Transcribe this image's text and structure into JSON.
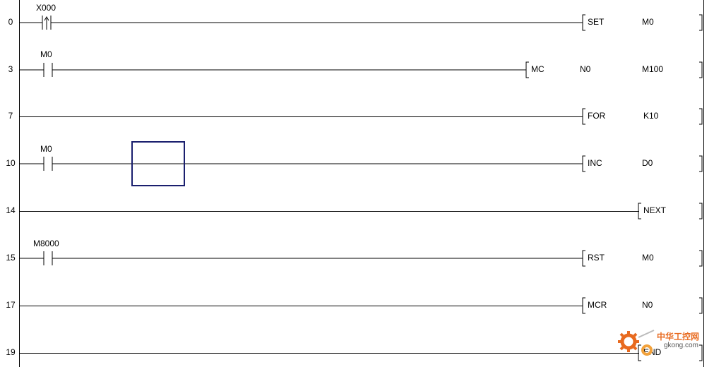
{
  "rungs": [
    {
      "step": "0",
      "contact": {
        "label": "X000",
        "type": "rising-edge"
      },
      "instruction": {
        "op": "SET",
        "operands": [
          "M0"
        ]
      }
    },
    {
      "step": "3",
      "contact": {
        "label": "M0",
        "type": "no"
      },
      "instruction": {
        "op": "MC",
        "operands": [
          "N0",
          "M100"
        ]
      }
    },
    {
      "step": "7",
      "contact": null,
      "instruction": {
        "op": "FOR",
        "operands": [
          "K10"
        ]
      }
    },
    {
      "step": "10",
      "contact": {
        "label": "M0",
        "type": "no"
      },
      "instruction": {
        "op": "INC",
        "operands": [
          "D0"
        ]
      }
    },
    {
      "step": "14",
      "contact": null,
      "instruction": {
        "op": "NEXT",
        "operands": []
      }
    },
    {
      "step": "15",
      "contact": {
        "label": "M8000",
        "type": "no"
      },
      "instruction": {
        "op": "RST",
        "operands": [
          "M0"
        ]
      }
    },
    {
      "step": "17",
      "contact": null,
      "instruction": {
        "op": "MCR",
        "operands": [
          "N0"
        ]
      }
    },
    {
      "step": "19",
      "contact": null,
      "instruction": {
        "op": "END",
        "operands": []
      }
    }
  ],
  "watermark": {
    "cn": "中华工控网",
    "en": "gkong.com"
  },
  "colors": {
    "line": "#000000",
    "cursor": "#1a1f6e",
    "watermark": "#e86a1f"
  }
}
